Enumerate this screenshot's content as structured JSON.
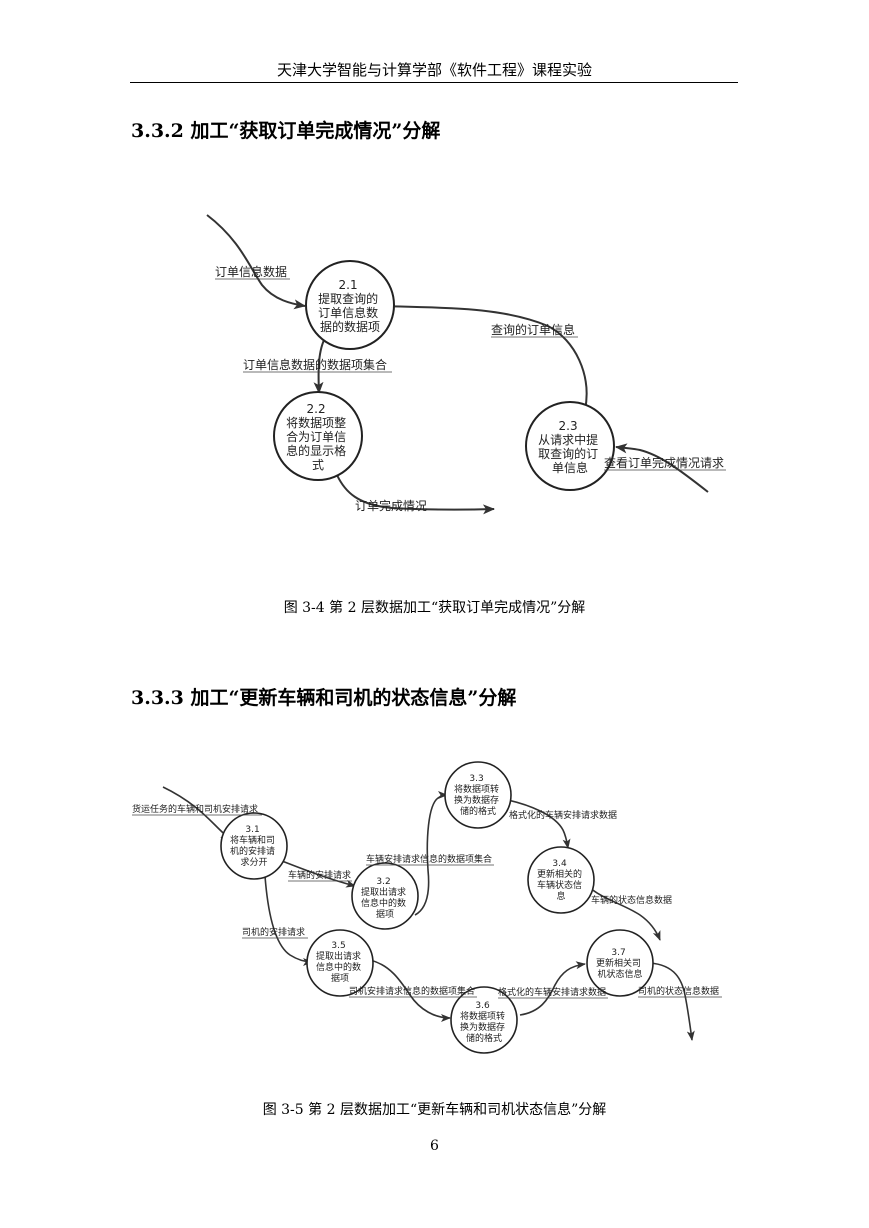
{
  "header": {
    "title": "天津大学智能与计算学部《软件工程》课程实验"
  },
  "section1": {
    "heading": "3.3.2 加工“获取订单完成情况”分解"
  },
  "diagram1": {
    "nodes": {
      "n21": {
        "lines": [
          "2.1",
          "提取查询的",
          "订单信息数",
          "据的数据项"
        ]
      },
      "n22": {
        "lines": [
          "2.2",
          "将数据项整",
          "合为订单信",
          "息的显示格",
          "式"
        ]
      },
      "n23": {
        "lines": [
          "2.3",
          "从请求中提",
          "取查询的订",
          "单信息"
        ]
      }
    },
    "flows": {
      "f1": "订单信息数据",
      "f2": "订单信息数据的数据项集合",
      "f3": "查询的订单信息",
      "f4": "查看订单完成情况请求",
      "f5": "订单完成情况"
    },
    "caption": "图 3-4 第 2 层数据加工“获取订单完成情况”分解"
  },
  "section2": {
    "heading": "3.3.3 加工“更新车辆和司机的状态信息”分解"
  },
  "diagram2": {
    "nodes": {
      "n31": {
        "lines": [
          "3.1",
          "将车辆和司",
          "机的安排请",
          "求分开"
        ]
      },
      "n32": {
        "lines": [
          "3.2",
          "提取出请求",
          "信息中的数",
          "据项"
        ]
      },
      "n33": {
        "lines": [
          "3.3",
          "将数据项转",
          "换为数据存",
          "储的格式"
        ]
      },
      "n34": {
        "lines": [
          "3.4",
          "更新相关的",
          "车辆状态信",
          "息"
        ]
      },
      "n35": {
        "lines": [
          "3.5",
          "提取出请求",
          "信息中的数",
          "据项"
        ]
      },
      "n36": {
        "lines": [
          "3.6",
          "将数据项转",
          "换为数据存",
          "储的格式"
        ]
      },
      "n37": {
        "lines": [
          "3.7",
          "更新相关司",
          "机状态信息"
        ]
      }
    },
    "flows": {
      "g1": "货运任务的车辆和司机安排请求",
      "g2": "车辆的安排请求",
      "g3": "车辆安排请求信息的数据项集合",
      "g4": "格式化的车辆安排请求数据",
      "g5": "车辆的状态信息数据",
      "g6": "司机的安排请求",
      "g7": "司机安排请求信息的数据项集合",
      "g8": "格式化的车辆安排请求数据",
      "g9": "司机的状态信息数据"
    },
    "caption": "图 3-5 第 2 层数据加工“更新车辆和司机状态信息”分解"
  },
  "page": {
    "number": "6"
  }
}
